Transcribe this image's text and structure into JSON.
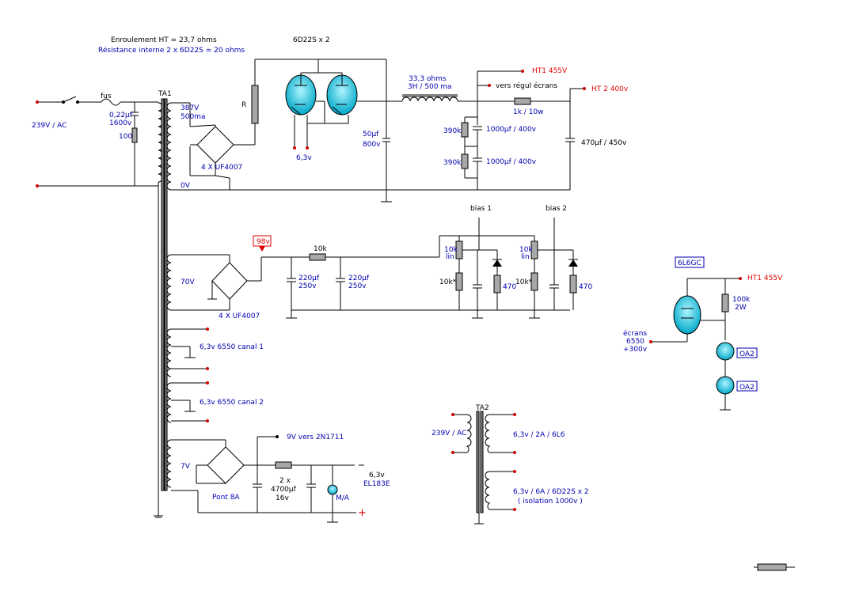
{
  "title": {
    "winding": "Enroulement HT = 23,7 ohms",
    "internal": "Résistance interne 2 x 6D22S = 20 ohms",
    "tubes": "6D22S x 2"
  },
  "mains": {
    "voltage": "239V / AC",
    "fuse": "fus",
    "cap": "0,22µf",
    "cap_v": "1600v",
    "res": "100"
  },
  "ta1": {
    "name": "TA1"
  },
  "ht_supply": {
    "winding_v": "387V",
    "winding_i": "500ma",
    "zero": "0V",
    "r_label": "R",
    "diodes": "4 X UF4007",
    "heater": "6,3v",
    "choke_r": "33,3 ohms",
    "choke_l": "3H / 500 ma",
    "cap1": "50µf",
    "cap1_v": "800v",
    "out1": "HT1  455V",
    "screens": "vers régul écrans",
    "r_series": "1k / 10w",
    "out2": "HT 2  400v",
    "r390a": "390k",
    "r390b": "390k",
    "c1000a": "1000µf / 400v",
    "c1000b": "1000µf / 400v",
    "c470": "470µf / 450v"
  },
  "bias_supply": {
    "tap_v": "98v",
    "winding_v": "70V",
    "diodes": "4 X UF4007",
    "r_series": "10k",
    "c1": "220µf",
    "c1_v": "250v",
    "c2": "220µf",
    "c2_v": "250v",
    "bias1": "bias 1",
    "bias2": "bias 2",
    "pot1": "10k",
    "pot1_b": "lin",
    "pot2": "10k",
    "pot2_b": "lin",
    "r10k1": "10k*",
    "r10k2": "10k*",
    "r470a": "470",
    "r470b": "470"
  },
  "heaters": {
    "ch1": "6,3v 6550 canal 1",
    "ch2": "6,3v 6550 canal 2"
  },
  "low_v": {
    "winding_v": "7V",
    "bridge": "Pont 8A",
    "minus9": "9V  vers 2N1711",
    "cap": "2 x",
    "cap_v": "4700µf",
    "cap_w": "16v",
    "out_v": "6,3v",
    "out_tube": "EL183E",
    "switch": "M/A",
    "plus": "+"
  },
  "ta2": {
    "name": "TA2",
    "primary": "239V / AC",
    "sec1": "6,3v / 2A / 6L6",
    "sec2": "6,3v / 6A / 6D22S x 2",
    "sec2_b": "( isolation 1000v )"
  },
  "regulator": {
    "tube": "6L6GC",
    "ht": "HT1 455V",
    "res": "100k",
    "res_w": "2W",
    "screens": "écrans",
    "screens_b": "6550",
    "screens_c": "+300v",
    "oa2a": "OA2",
    "oa2b": "OA2"
  }
}
